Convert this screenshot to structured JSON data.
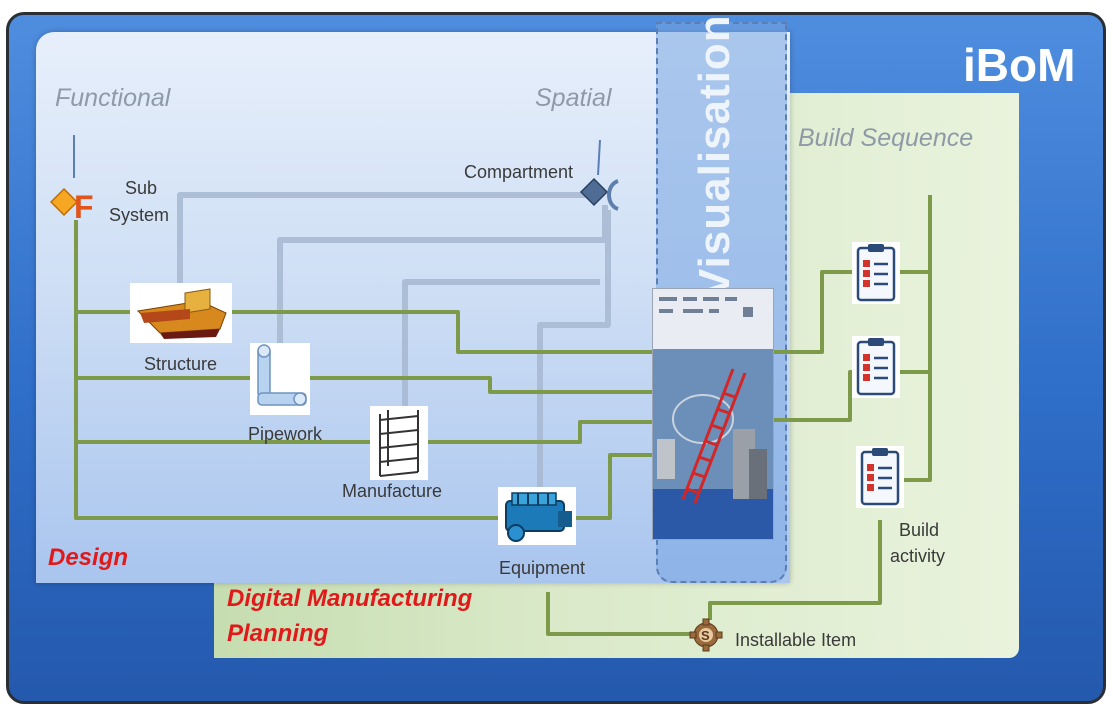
{
  "title": "iBoM",
  "sections": {
    "functional": "Functional",
    "spatial": "Spatial",
    "build_sequence": "Build Sequence",
    "visualisation": "Visualisation",
    "design": "Design",
    "dmp_line1": "Digital   Manufacturing",
    "dmp_line2": "Planning"
  },
  "nodes": {
    "sub_system": "Sub\nSystem",
    "sub_line1": "Sub",
    "sub_line2": "System",
    "compartment": "Compartment",
    "structure": "Structure",
    "pipework": "Pipework",
    "manufacture": "Manufacture",
    "equipment": "Equipment",
    "build_line1": "Build",
    "build_line2": "activity",
    "installable_item": "Installable Item"
  },
  "colors": {
    "green_link": "#7d9a4a",
    "grey_link": "#a9bad3",
    "red_text": "#e01a1a",
    "grey_heading": "#8f9aa7"
  },
  "icons": [
    "function-icon",
    "compartment-icon",
    "structure-icon",
    "pipework-icon",
    "manufacture-icon",
    "equipment-icon",
    "checklist-icon",
    "installable-item-icon"
  ]
}
